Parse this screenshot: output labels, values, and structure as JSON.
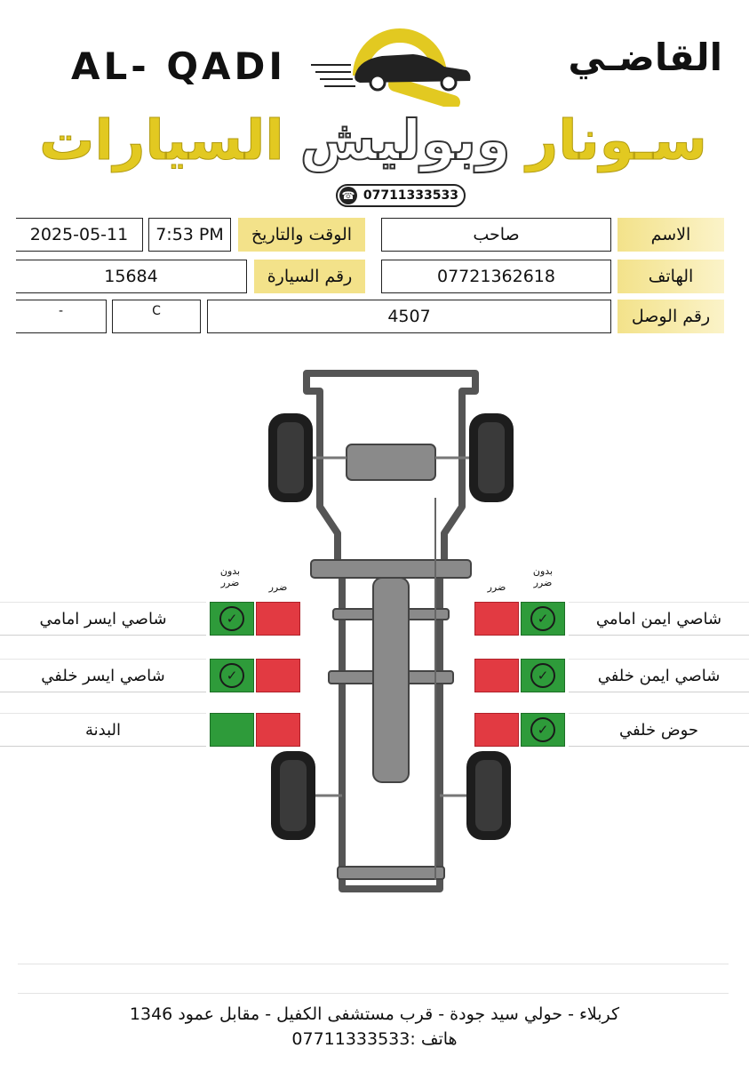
{
  "brand": {
    "name_en": "AL- QADI",
    "name_ar": "القاضـي",
    "headline_yellow_1": "سـونار",
    "headline_outline": "وبوليش",
    "headline_yellow_2": "السيارات",
    "phone": "07711333533"
  },
  "fields": {
    "name_label": "الاسم",
    "name_value": "صاحب",
    "phone_label": "الهاتف",
    "phone_value": "07721362618",
    "receipt_label": "رقم الوصل",
    "receipt_value": "4507",
    "receipt_grade": "C",
    "receipt_extra": "-",
    "datetime_label": "الوقت والتاريخ",
    "time_value": "7:53 PM",
    "date_value": "2025-05-11",
    "car_label": "رقم السيارة",
    "car_value": "15684"
  },
  "legend": {
    "no_damage": "بدون\nضرر",
    "damage": "ضرر"
  },
  "inspection": {
    "left": [
      {
        "label": "شاصي ايسر امامي",
        "no_damage": true
      },
      {
        "label": "شاصي ايسر خلفي",
        "no_damage": true
      },
      {
        "label": "البدنة",
        "no_damage": false
      }
    ],
    "right": [
      {
        "label": "شاصي ايمن امامي",
        "no_damage": true
      },
      {
        "label": "شاصي ايمن خلفي",
        "no_damage": true
      },
      {
        "label": "حوض خلفي",
        "no_damage": true
      }
    ]
  },
  "footer": {
    "address": "كربلاء - حولي سيد جودة - قرب مستشفى الكفيل - مقابل عمود 1346",
    "phone_line": "هاتف :07711333533"
  },
  "colors": {
    "yellow": "#e2c921",
    "green": "#2e9b3a",
    "red": "#e23a42"
  }
}
